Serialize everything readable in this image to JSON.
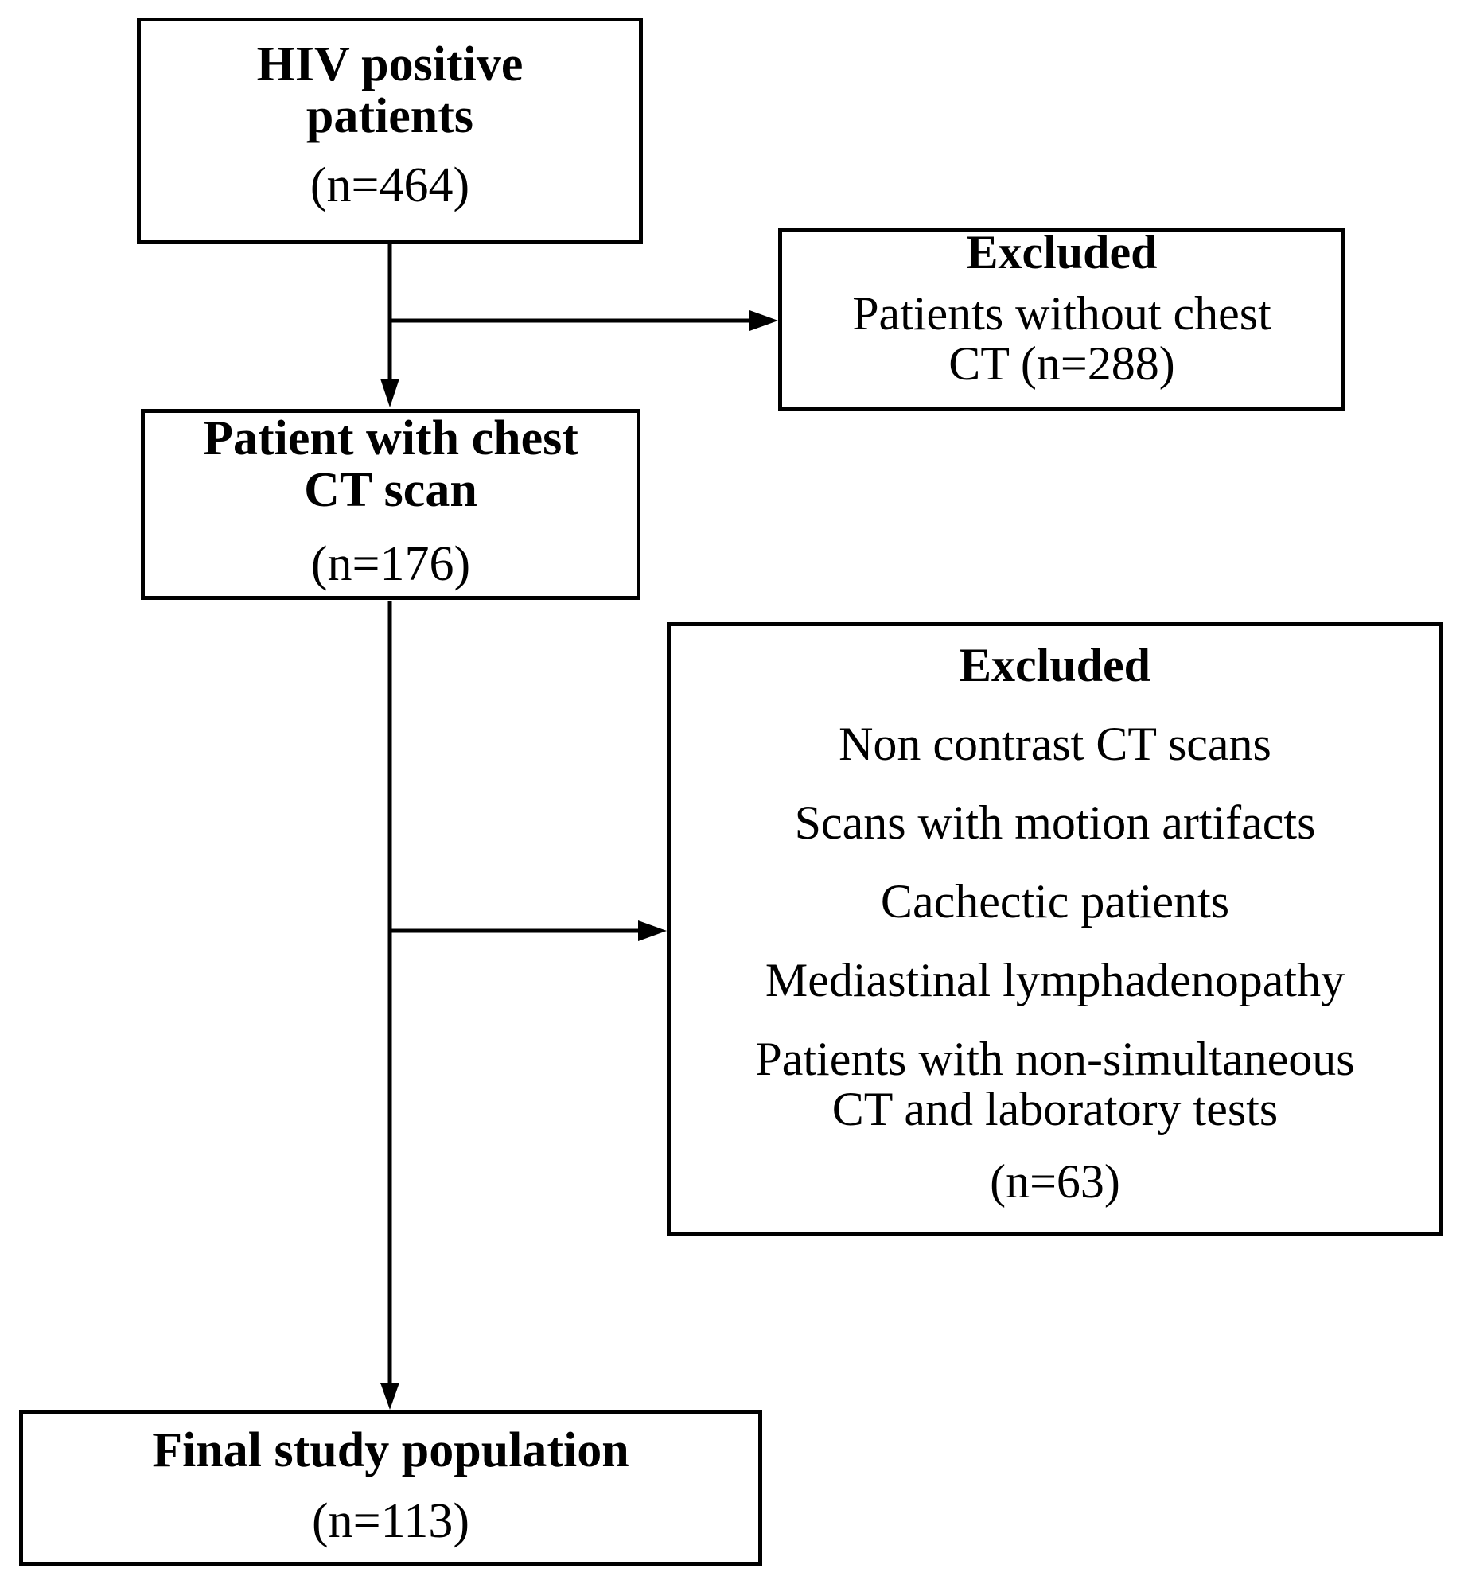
{
  "nodes": {
    "hiv_positive": {
      "title_line1": "HIV positive",
      "title_line2": "patients",
      "count": "(n=464)"
    },
    "excluded_1": {
      "heading": "Excluded",
      "line1": "Patients without chest",
      "line2": "CT (n=288)"
    },
    "chest_ct": {
      "title_line1": "Patient with chest",
      "title_line2": "CT scan",
      "count": "(n=176)"
    },
    "excluded_2": {
      "heading": "Excluded",
      "criteria": [
        "Non contrast CT scans",
        "Scans with motion artifacts",
        "Cachectic patients",
        "Mediastinal lymphadenopathy",
        "Patients with non-simultaneous",
        "CT and laboratory tests"
      ],
      "count": "(n=63)"
    },
    "final": {
      "title": "Final study population",
      "count": "(n=113)"
    }
  },
  "colors": {
    "stroke": "#000000",
    "background": "#ffffff"
  }
}
